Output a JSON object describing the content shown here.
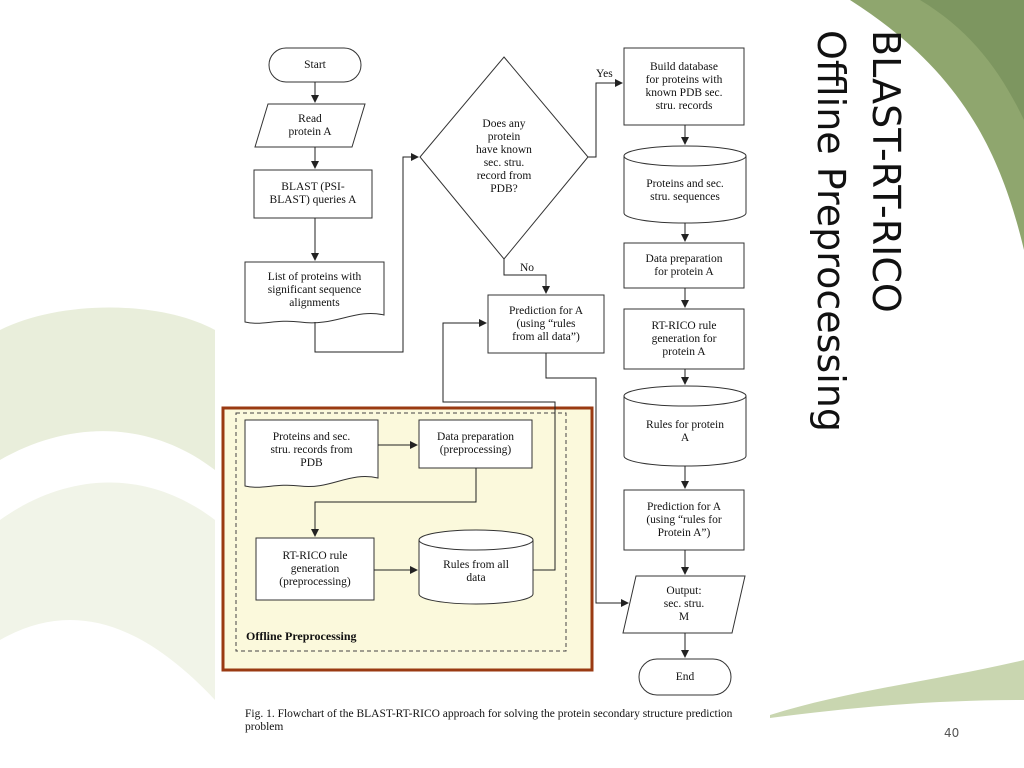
{
  "slide": {
    "title_line1": "BLAST-RT-RICO",
    "title_line2": "Offline Preprocessing",
    "slide_number": "40"
  },
  "flowchart": {
    "start": "Start",
    "read_protein": "Read\nprotein A",
    "blast_queries": "BLAST (PSI-\nBLAST) queries A",
    "protein_list": "List of proteins with\nsignificant sequence\nalignments",
    "decision": "Does any\nprotein\nhave known\nsec. stru.\nrecord from\nPDB?",
    "yes_label": "Yes",
    "no_label": "No",
    "build_database": "Build database\nfor proteins with\nknown PDB sec.\nstru. records",
    "proteins_sequences": "Proteins and sec.\nstru. sequences",
    "data_prep_protein": "Data preparation\nfor protein A",
    "rt_rico_protein": "RT-RICO rule\ngeneration for\nprotein A",
    "rules_for_protein": "Rules for protein\nA",
    "prediction_protein_rules": "Prediction for A\n(using “rules for\nProtein A”)",
    "prediction_all_data": "Prediction for A\n(using “rules\nfrom all data”)",
    "output": "Output:\nsec. stru.\nM",
    "end": "End",
    "offline": {
      "pdb_records": "Proteins and sec.\nstru. records from\nPDB",
      "data_preparation": "Data preparation\n(preprocessing)",
      "rule_generation": "RT-RICO rule\ngeneration\n(preprocessing)",
      "rules_all_data": "Rules from all\ndata",
      "label": "Offline Preprocessing"
    },
    "caption": "Fig. 1. Flowchart of the BLAST-RT-RICO approach for solving the protein secondary structure prediction problem"
  },
  "colors": {
    "offline_fill": "#fbf9dc",
    "offline_border": "#9a3a12",
    "leaf_green": "#8fa66e",
    "leaf_pale": "#e9eedb"
  }
}
